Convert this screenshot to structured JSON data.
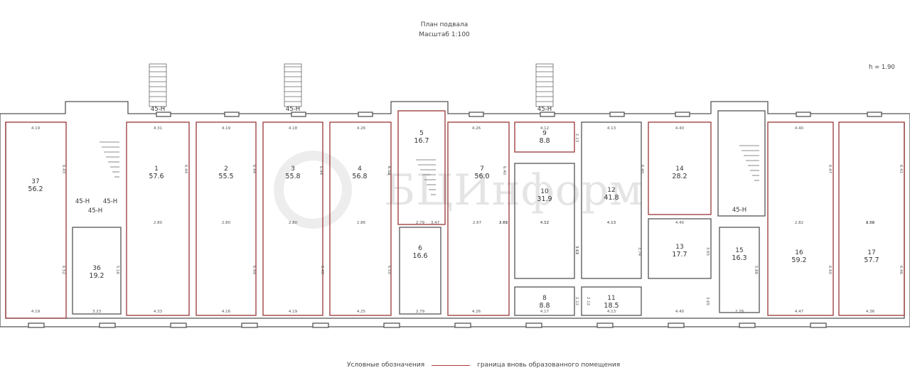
{
  "title": {
    "line1": "План подвала",
    "line2": "Масштаб 1:100"
  },
  "height_note": "h = 1.90",
  "watermark": "БЦИнформ",
  "stair_labels": [
    "45-Н",
    "45-Н",
    "45-Н",
    "45-Н",
    "45-Н",
    "45-Н",
    "45-Н"
  ],
  "rooms": [
    {
      "no": "37",
      "area": "56.2"
    },
    {
      "no": "36",
      "area": "19.2"
    },
    {
      "no": "1",
      "area": "57.6"
    },
    {
      "no": "2",
      "area": "55.5"
    },
    {
      "no": "3",
      "area": "55.8"
    },
    {
      "no": "4",
      "area": "56.8"
    },
    {
      "no": "5",
      "area": "16.7"
    },
    {
      "no": "6",
      "area": "16.6"
    },
    {
      "no": "7",
      "area": "56.0"
    },
    {
      "no": "9",
      "area": "8.8"
    },
    {
      "no": "10",
      "area": "31.9"
    },
    {
      "no": "8",
      "area": "8.8"
    },
    {
      "no": "11",
      "area": "18.5"
    },
    {
      "no": "12",
      "area": "41.8"
    },
    {
      "no": "14",
      "area": "28.2"
    },
    {
      "no": "13",
      "area": "17.7"
    },
    {
      "no": "15",
      "area": "16.3"
    },
    {
      "no": "16",
      "area": "59.2"
    },
    {
      "no": "17",
      "area": "57.7"
    }
  ],
  "dimensions": {
    "top": [
      "4.19",
      "4.31",
      "4.19",
      "4.18",
      "4.26",
      "4.26",
      "4.12",
      "4.13",
      "4.40",
      "4.40"
    ],
    "bottom": [
      "4.19",
      "3.23",
      "4.33",
      "4.16",
      "4.19",
      "4.25",
      "2.79",
      "4.26",
      "4.17",
      "4.13",
      "4.40",
      "2.78",
      "4.47",
      "4.36"
    ],
    "side": [
      "6.43",
      "5.16",
      "6.52",
      "6.44",
      "6.44",
      "6.44",
      "6.49",
      "6.40",
      "6.50",
      "6.50",
      "6.52",
      "6.40",
      "3.61",
      "2.13",
      "3.63",
      "2.12",
      "2.12",
      "6.40",
      "3.74",
      "3.65",
      "3.65",
      "5.88",
      "6.47",
      "6.60",
      "6.41",
      "6.46"
    ],
    "mid": [
      "2.80",
      "2.80",
      "2.80",
      "2.86",
      "2.67",
      "2.79",
      "4.12",
      "4.12",
      "4.13",
      "4.40",
      "4.12",
      "4.13",
      "2.82",
      "2.86",
      "4.32",
      "3.47",
      "3.70",
      "2.61"
    ]
  },
  "legend": {
    "label": "Условные обозначения",
    "desc": "граница вновь образованного помещения"
  },
  "colors": {
    "wall": "#555555",
    "boundary": "#b03a3a",
    "text": "#333333"
  }
}
